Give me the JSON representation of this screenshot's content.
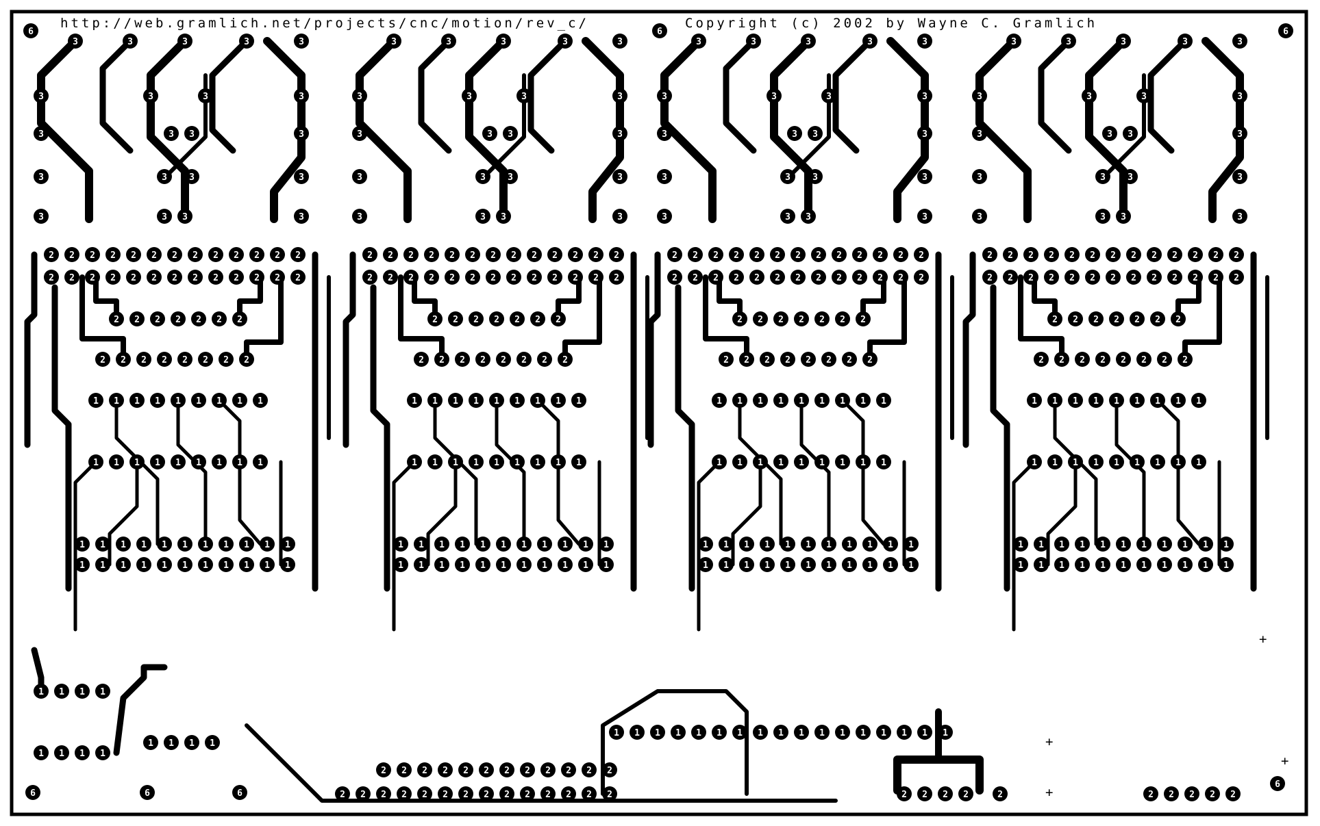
{
  "header": {
    "url_text": "http://web.gramlich.net/projects/cnc/motion/rev_c/",
    "copyright_text": "Copyright (c) 2002 by Wayne C. Gramlich"
  },
  "board": {
    "trace_color": "#000000",
    "background_color": "#ffffff",
    "pad_labels": [
      "1",
      "2",
      "3",
      "6"
    ],
    "polarity_marks": [
      "+",
      "+",
      "+",
      "+"
    ]
  }
}
